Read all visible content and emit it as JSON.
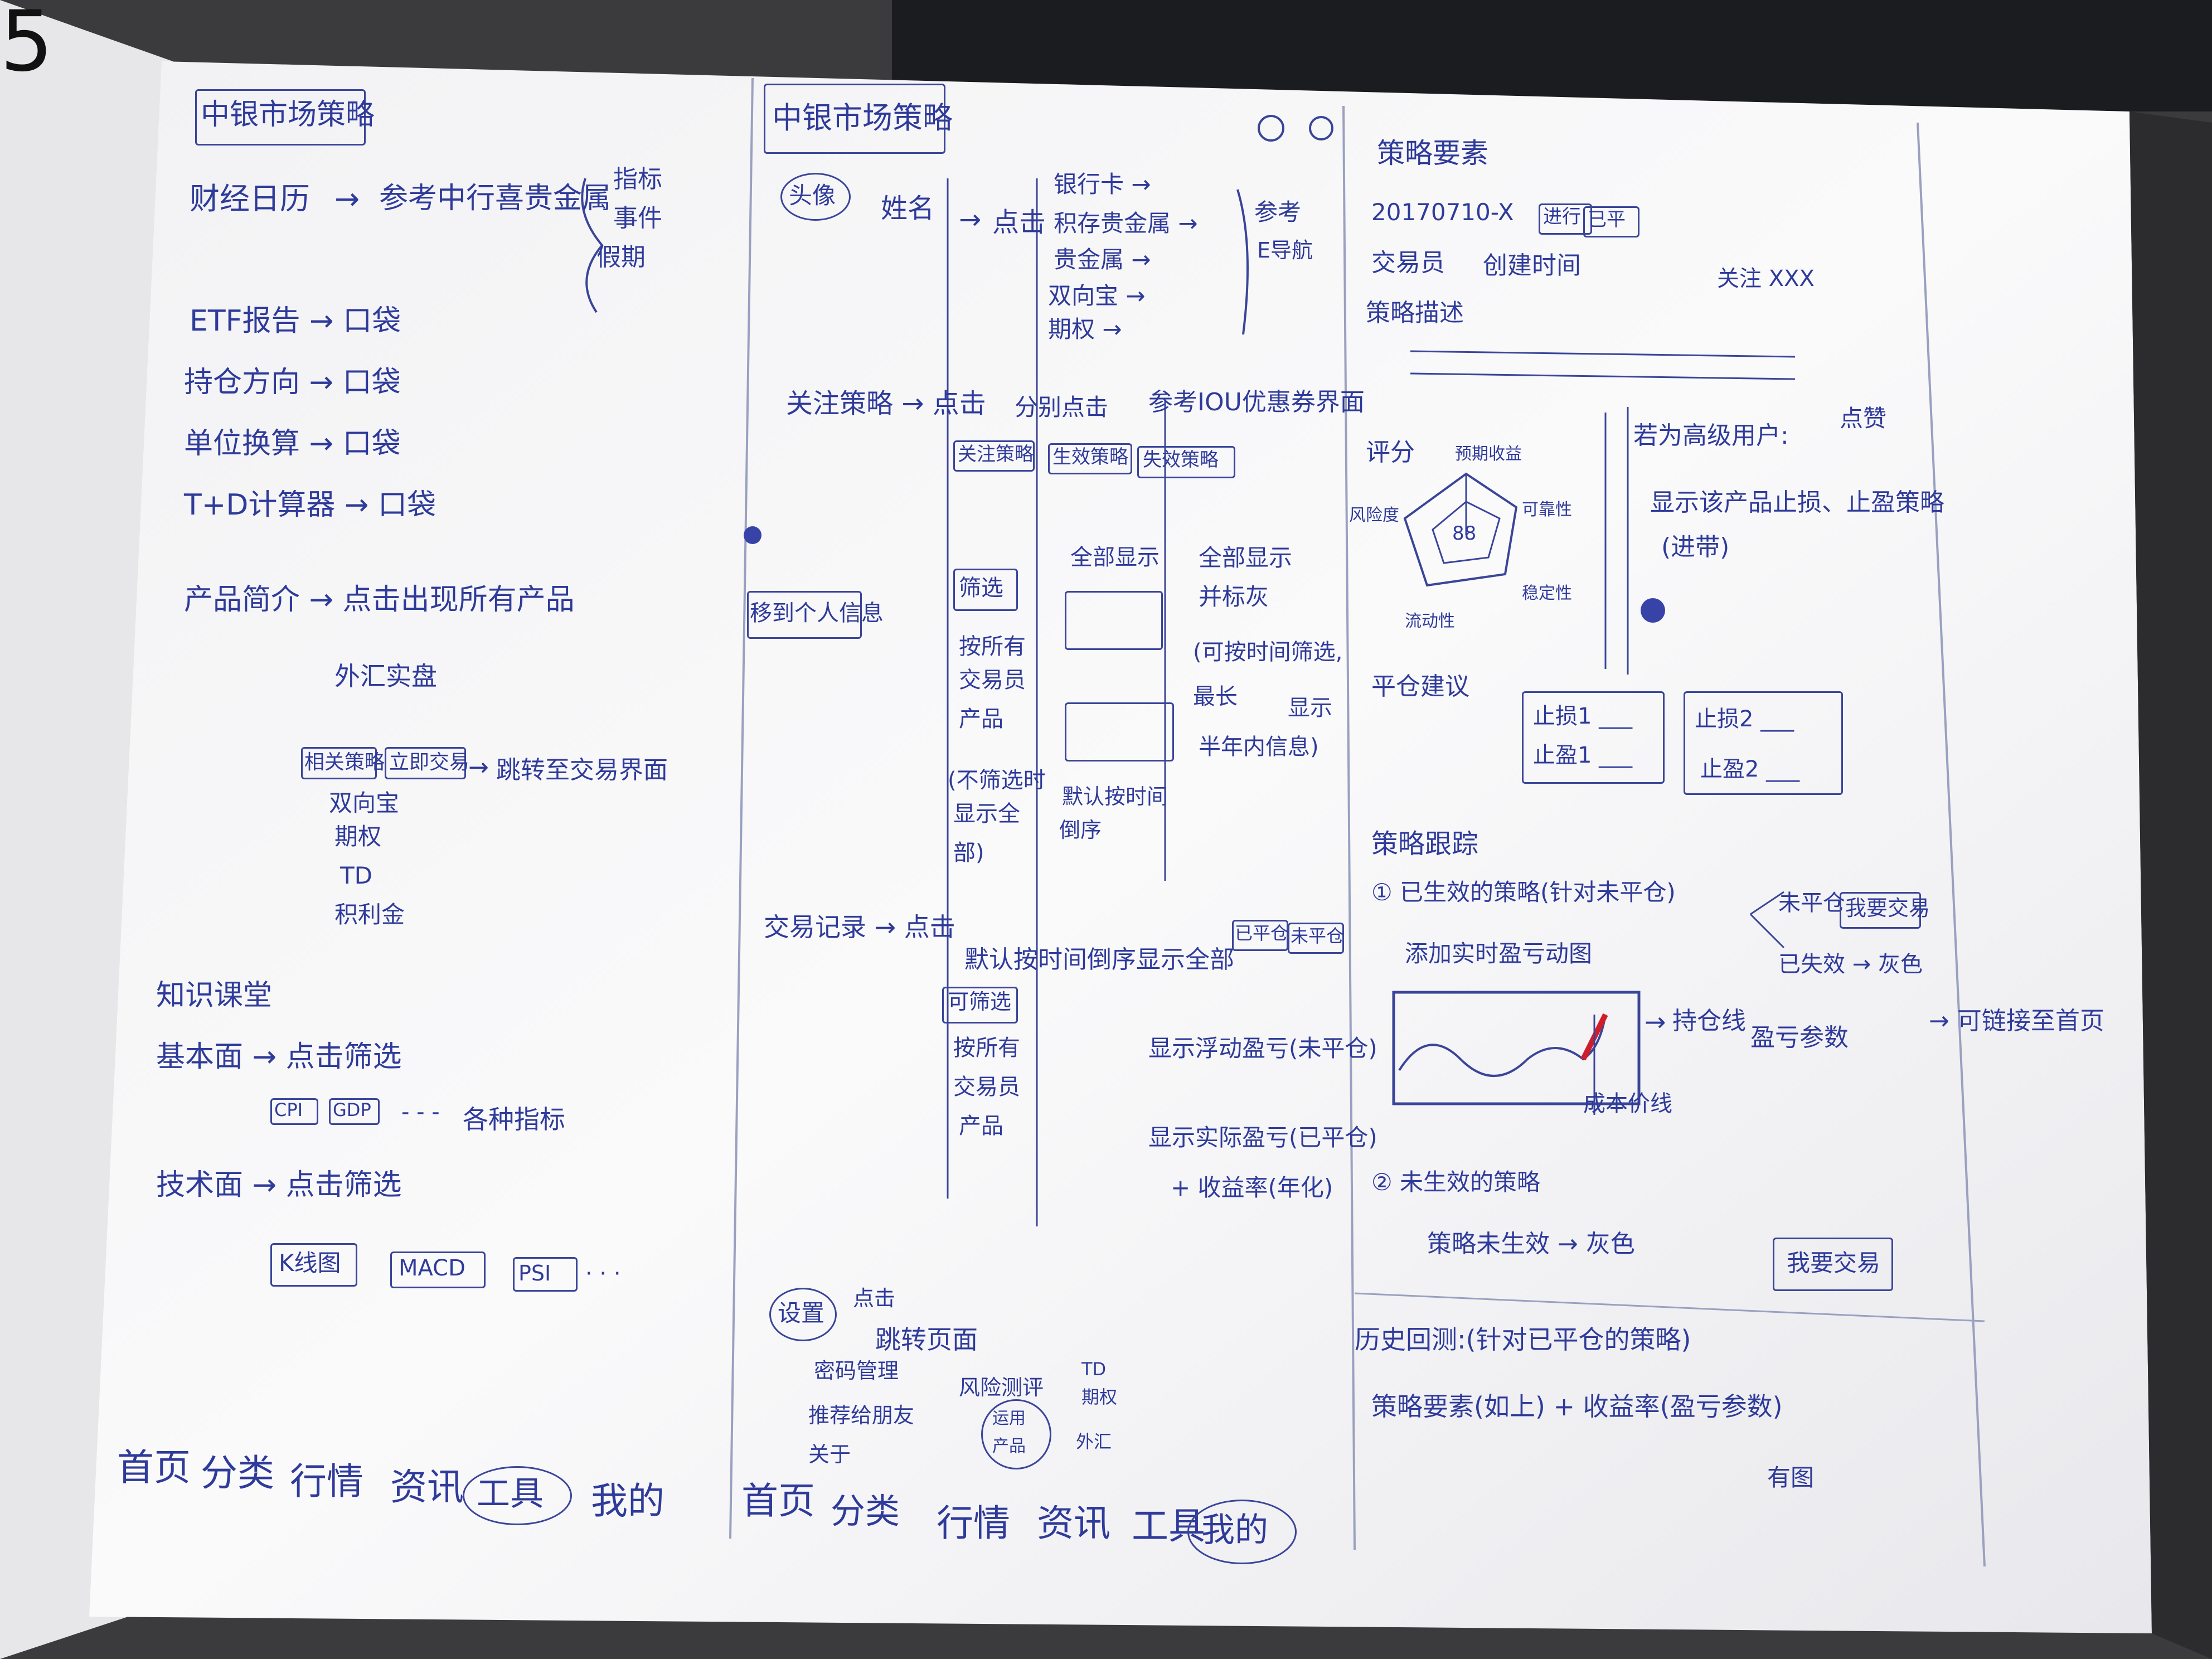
{
  "page_number": "5",
  "panel1": {
    "title": "中银市场策略",
    "caijing": "财经日历",
    "caijing_note": "参考中行喜贵金属",
    "brace_items": [
      "指标",
      "事件",
      "假期"
    ],
    "items": [
      "ETF报告 → 口袋",
      "持仓方向 → 口袋",
      "单位换算 → 口袋",
      "T+D计算器 → 口袋"
    ],
    "product": "产品简介 → 点击出现所有产品",
    "product_sub": "外汇实盘",
    "btn_a": "相关策略",
    "btn_b": "立即交易",
    "jump": "跳转至交易界面",
    "product_list": [
      "双向宝",
      "期权",
      "TD",
      "积利金"
    ],
    "knowledge": "知识课堂",
    "basic": "基本面 → 点击筛选",
    "basic_tags": [
      "CPI",
      "GDP"
    ],
    "basic_more": "各种指标",
    "tech": "技术面 → 点击筛选",
    "tech_tags": [
      "K线图",
      "MACD",
      "PSI"
    ],
    "nav": [
      "首页",
      "分类",
      "行情",
      "资讯",
      "工具",
      "我的"
    ]
  },
  "panel2": {
    "title": "中银市场策略",
    "avatar": "头像",
    "avatar_name": "姓名",
    "click": "点击",
    "list": [
      "银行卡 →",
      "积存贵金属 →",
      "贵金属 →",
      "双向宝 →",
      "期权 →"
    ],
    "ref": "参考",
    "ref2": "E导航",
    "follow": "关注策略 → 点击",
    "follow_note": "分别点击",
    "follow_ref": "参考IOU优惠券界面",
    "tabs3": [
      "关注策略",
      "生效策略",
      "失效策略"
    ],
    "side_tag": "移到个人信息",
    "filter": "筛选",
    "col1": [
      "按所有",
      "交易员",
      "产品"
    ],
    "col1_note": [
      "(不筛选时",
      "显示全",
      "部)"
    ],
    "col2_head": "全部显示",
    "col2_note": [
      "默认按时间",
      "倒序"
    ],
    "col3_head": [
      "全部显示",
      "并标灰"
    ],
    "col3_note": [
      "(可按时间筛选,",
      "最长",
      "显示",
      "半年内信息)"
    ],
    "trade": "交易记录 → 点击",
    "trade_note": "默认按时间倒序显示全部",
    "trade_tags": [
      "已平仓",
      "未平仓"
    ],
    "trade_filter": "可筛选",
    "trade_col": [
      "按所有",
      "交易员",
      "产品"
    ],
    "trade_r1": "显示浮动盈亏(未平仓)",
    "trade_r2": "显示实际盈亏(已平仓)",
    "trade_r3": "+ 收益率(年化)",
    "settings": "设置",
    "settings_note": "点击",
    "settings_jump": "跳转页面",
    "settings_list": [
      "密码管理",
      "推荐给朋友",
      "关于"
    ],
    "risk": "风险测评",
    "risk_tags": [
      "TD",
      "期权",
      "外汇"
    ],
    "risk_circle": [
      "运用",
      "产品"
    ],
    "nav": [
      "首页",
      "分类",
      "行情",
      "资讯",
      "工具",
      "我的"
    ]
  },
  "panel3": {
    "title": "策略要素",
    "date": "20170710-X",
    "tags": [
      "进行",
      "已平"
    ],
    "trader": "交易员",
    "created": "创建时间",
    "followed": "关注 XXX",
    "desc": "策略描述",
    "like": "点赞",
    "score": "评分",
    "radar_labels": [
      "预期收益",
      "可靠性",
      "稳定性",
      "流动性",
      "风险度"
    ],
    "radar_value": "88",
    "attend": [
      "若为高级用户:",
      "显示该产品止损、止盈策略",
      "(进带)"
    ],
    "suggest": "平仓建议",
    "box1": [
      "止损1 ___",
      "止盈1 ___"
    ],
    "box2": [
      "止损2 ___",
      "止盈2 ___"
    ],
    "track": "策略跟踪",
    "track1": "① 已生效的策略(针对未平仓)",
    "track1_note": "添加实时盈亏动图",
    "arrow_right": "持仓线",
    "arrow_right2": "盈亏参数",
    "branch_top": "未平仓",
    "branch_top_tag": "我要交易",
    "branch_bottom": "已失效 → 灰色",
    "cost_line": "成本价线",
    "track2": "② 未生效的策略",
    "track2_note": "策略未生效 → 灰色",
    "track2_btn": "我要交易",
    "history": "历史回测:(针对已平仓的策略)",
    "history_note": "策略要素(如上) + 收益率(盈亏参数)",
    "history_note2": "有图",
    "far_right": "→ 可链接至首页"
  }
}
